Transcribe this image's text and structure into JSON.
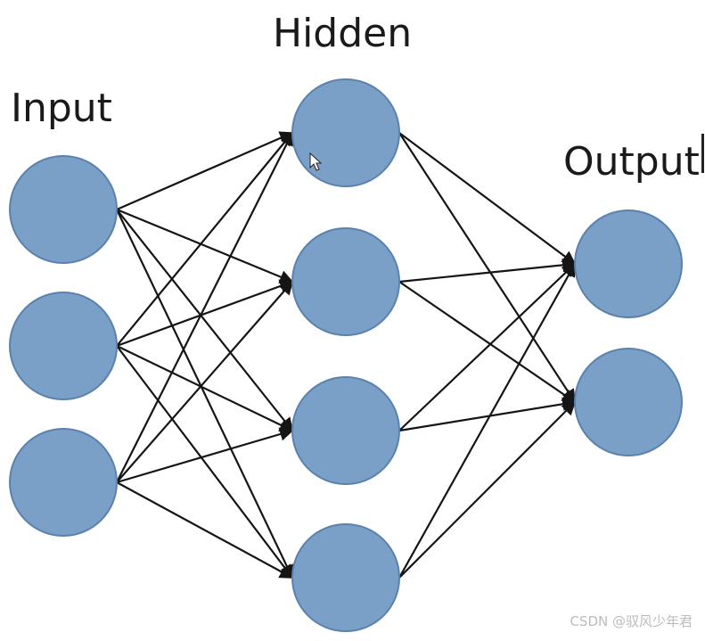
{
  "labels": {
    "input": "Input",
    "hidden": "Hidden",
    "output": "Output"
  },
  "layers": [
    {
      "name": "input",
      "nodes": 3
    },
    {
      "name": "hidden",
      "nodes": 4
    },
    {
      "name": "output",
      "nodes": 2
    }
  ],
  "connections": "fully-connected",
  "colors": {
    "node_fill": "#7aa0c8",
    "node_stroke": "#5b81ad",
    "edge": "#151515",
    "text": "#1a1a1a"
  },
  "watermark": "CSDN @驭风少年君"
}
